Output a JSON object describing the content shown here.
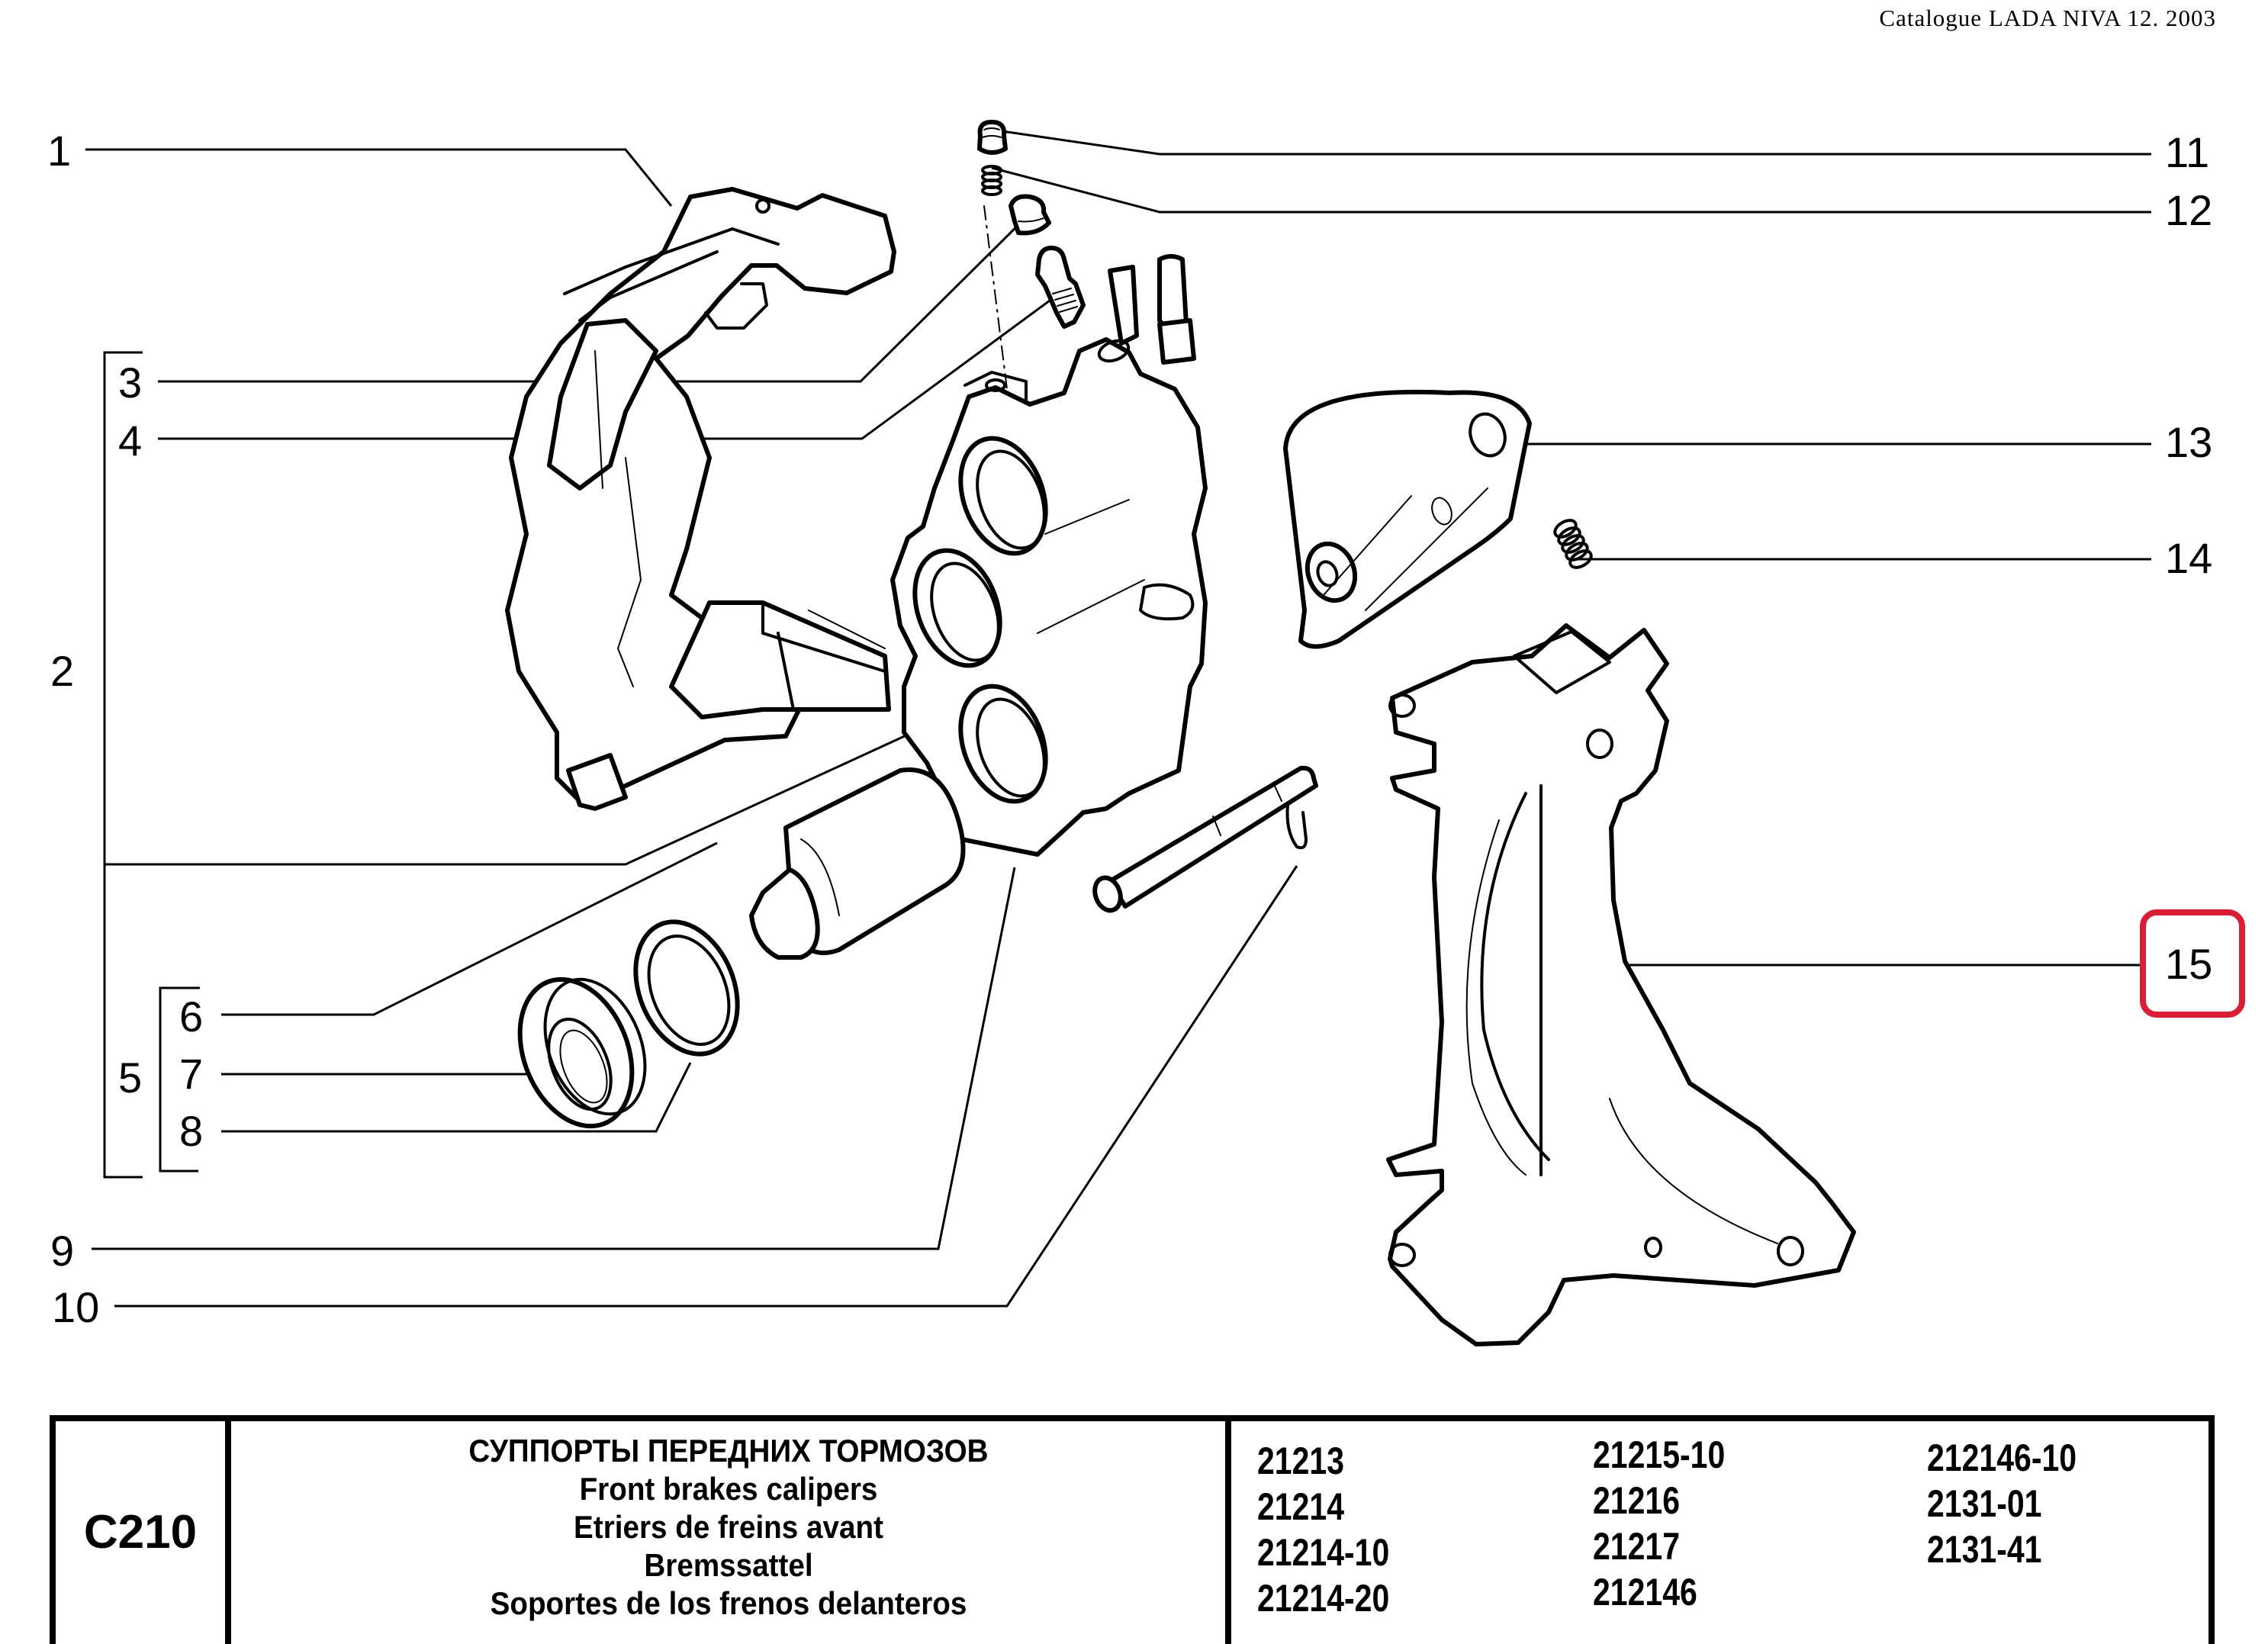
{
  "header": {
    "catalogue_title": "Catalogue LADA NIVA 12. 2003"
  },
  "diagram": {
    "callouts": [
      {
        "number": "1",
        "part": "caliper-guide-bracket"
      },
      {
        "number": "2",
        "part": "caliper-assembly-group"
      },
      {
        "number": "3",
        "part": "bleeder-cap"
      },
      {
        "number": "4",
        "part": "bleeder-valve"
      },
      {
        "number": "5",
        "part": "piston-kit-group"
      },
      {
        "number": "6",
        "part": "piston"
      },
      {
        "number": "7",
        "part": "dust-boot"
      },
      {
        "number": "8",
        "part": "seal-ring"
      },
      {
        "number": "9",
        "part": "guide-pin"
      },
      {
        "number": "10",
        "part": "cotter-pin"
      },
      {
        "number": "11",
        "part": "plug"
      },
      {
        "number": "12",
        "part": "spring"
      },
      {
        "number": "13",
        "part": "pad-retainer"
      },
      {
        "number": "14",
        "part": "spring"
      },
      {
        "number": "15",
        "part": "caliper-support-bracket"
      }
    ],
    "highlighted_callout": "15",
    "highlight_color": "#d91f36"
  },
  "title_block": {
    "section_code": "C210",
    "names": [
      "СУППОРТЫ ПЕРЕДНИХ ТОРМОЗОВ",
      "Front brakes calipers",
      "Etriers de freins avant",
      "Bremssattel",
      "Soportes de los frenos delanteros"
    ],
    "model_columns": [
      [
        "21213",
        "21214",
        "21214-10",
        "21214-20"
      ],
      [
        "21215-10",
        "21216",
        "21217",
        "212146"
      ],
      [
        "212146-10",
        "2131-01",
        "2131-41"
      ]
    ]
  }
}
